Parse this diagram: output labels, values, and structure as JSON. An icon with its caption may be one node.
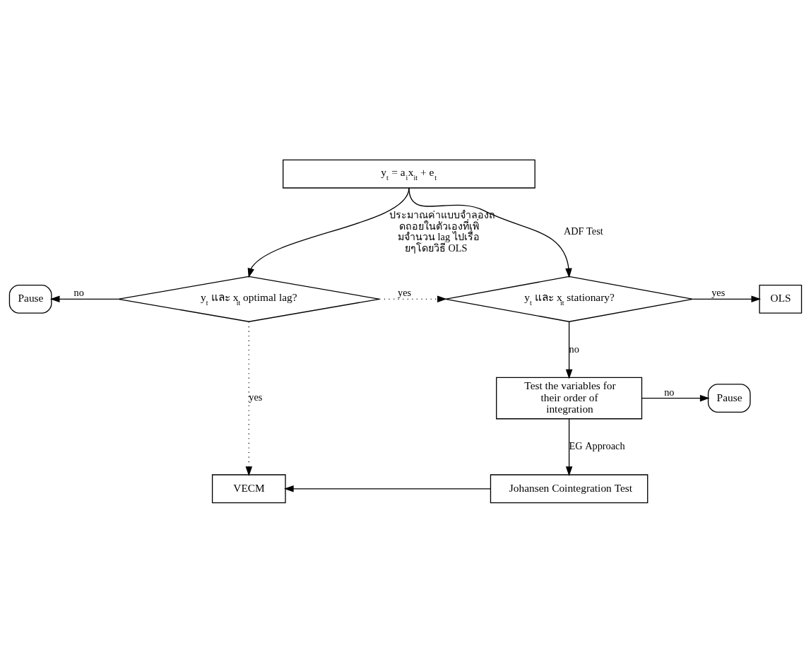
{
  "diagram": {
    "nodes": [
      {
        "text": [
          "y$_{t}$ = a$_{i}$x$_{it}$ + e$_{t}$"
        ]
      },
      {
        "text": [
          "y$_{t}$ และ x$_{it}$ optimal lag?"
        ]
      },
      {
        "text": [
          "Pause"
        ]
      },
      {
        "text": [
          "y$_{t}$ และ x$_{it}$ stationary?"
        ]
      },
      {
        "text": [
          "OLS"
        ]
      },
      {
        "text": [
          "Test the variables for their order of integration"
        ]
      },
      {
        "text": [
          "Pause"
        ]
      },
      {
        "text": [
          "Johansen Cointegration Test"
        ]
      },
      {
        "text": [
          "VECM"
        ]
      }
    ],
    "edges": [
      {
        "from": 0,
        "to": 1,
        "arrow": "to",
        "label": "ประมาณค่าแบบจำลองถดถอยในตัวเองที่เพิ่มจำนวน lag ไปเรื่อยๆโดยวิธี OLS"
      },
      {
        "from": 0,
        "to": 3,
        "arrow": "to",
        "label": "ADF Test"
      },
      {
        "from": 1,
        "to": 2,
        "arrow": "to",
        "label": "no"
      },
      {
        "from": 1,
        "to": 3,
        "arrow": "to",
        "label": "yes",
        "style": "dashed"
      },
      {
        "from": 1,
        "to": 8,
        "arrow": "to",
        "label": "yes",
        "style": "dashed"
      },
      {
        "from": 3,
        "to": 4,
        "arrow": "to",
        "label": "yes"
      },
      {
        "from": 3,
        "to": 5,
        "arrow": "to",
        "label": "no"
      },
      {
        "from": 5,
        "to": 6,
        "arrow": "to",
        "label": "no"
      },
      {
        "from": 5,
        "to": 7,
        "arrow": "to",
        "label": "EG Approach"
      },
      {
        "from": 7,
        "to": 8,
        "arrow": "to"
      }
    ]
  }
}
